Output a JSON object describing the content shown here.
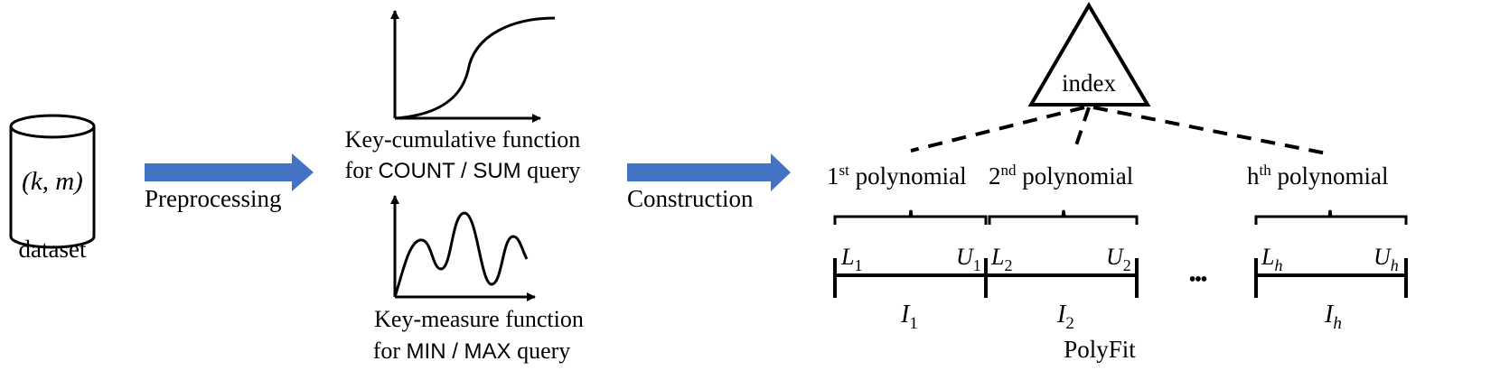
{
  "colors": {
    "arrow": "#4472C4",
    "line": "#000000"
  },
  "dataset": {
    "tuple": "(k, m)",
    "label": "dataset"
  },
  "arrows": {
    "preprocessing": "Preprocessing",
    "construction": "Construction"
  },
  "functions": {
    "cumulative": {
      "line1": "Key-cumulative function",
      "line2a": "for ",
      "line2b": "COUNT / SUM",
      "line2c": " query"
    },
    "measure": {
      "line1": "Key-measure function",
      "line2a": "for ",
      "line2b": "MIN / MAX",
      "line2c": " query"
    }
  },
  "index": {
    "label": "index"
  },
  "polynomials": [
    {
      "num": "1",
      "sup": "st",
      "word": " polynomial"
    },
    {
      "num": "2",
      "sup": "nd",
      "word": " polynomial"
    },
    {
      "num": "h",
      "sup": "th",
      "word": " polynomial"
    }
  ],
  "intervals": [
    {
      "L": "L",
      "Lsub": "1",
      "U": "U",
      "Usub": "1",
      "I": "I",
      "Isub": "1"
    },
    {
      "L": "L",
      "Lsub": "2",
      "U": "U",
      "Usub": "2",
      "I": "I",
      "Isub": "2"
    },
    {
      "L": "L",
      "Lsub": "h",
      "U": "U",
      "Usub": "h",
      "I": "I",
      "Isub": "h"
    }
  ],
  "ellipsis": "•••",
  "caption": "PolyFit"
}
